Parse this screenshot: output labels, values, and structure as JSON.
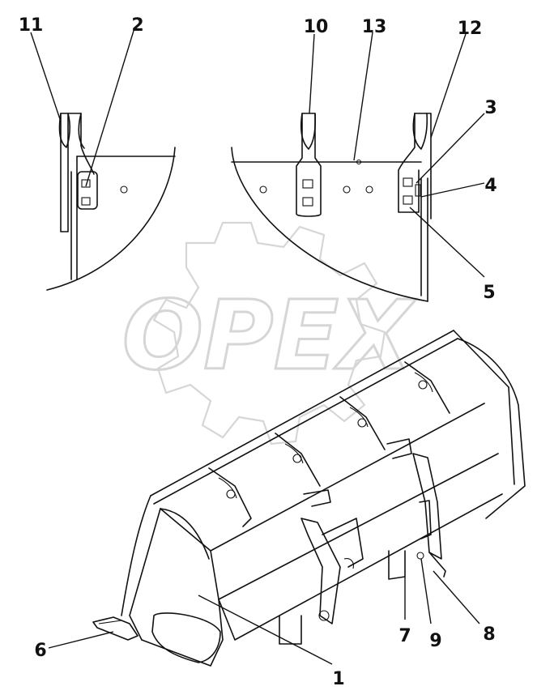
{
  "watermark": {
    "text": "OPEX",
    "color": "#d9d9d9"
  },
  "callouts": [
    {
      "id": "1",
      "label": "1"
    },
    {
      "id": "2",
      "label": "2"
    },
    {
      "id": "3",
      "label": "3"
    },
    {
      "id": "4",
      "label": "4"
    },
    {
      "id": "5",
      "label": "5"
    },
    {
      "id": "6",
      "label": "6"
    },
    {
      "id": "7",
      "label": "7"
    },
    {
      "id": "8",
      "label": "8"
    },
    {
      "id": "9",
      "label": "9"
    },
    {
      "id": "10",
      "label": "10"
    },
    {
      "id": "11",
      "label": "11"
    },
    {
      "id": "12",
      "label": "12"
    },
    {
      "id": "13",
      "label": "13"
    }
  ]
}
